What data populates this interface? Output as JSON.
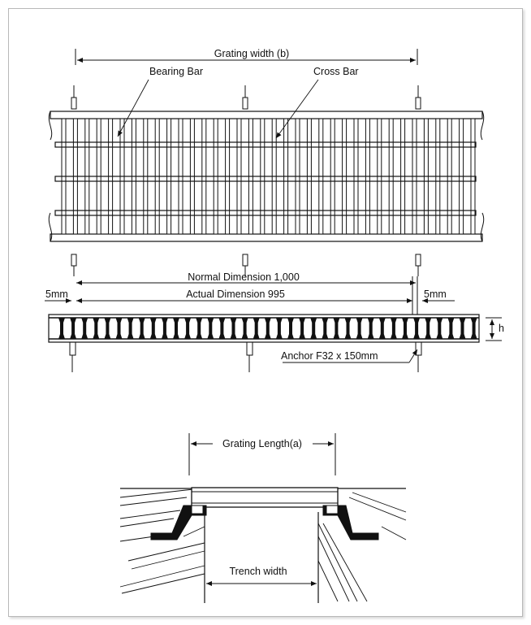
{
  "labels": {
    "grating_width": "Grating width (b)",
    "bearing_bar": "Bearing Bar",
    "cross_bar": "Cross Bar",
    "normal_dimension": "Normal Dimension 1,000",
    "actual_dimension": "Actual Dimension 995",
    "gap_left": "5mm",
    "gap_right": "5mm",
    "height": "h",
    "anchor": "Anchor F32 x 150mm",
    "grating_length": "Grating Length(a)",
    "trench_width": "Trench width"
  },
  "colors": {
    "line": "#111111",
    "frame_border": "#b8b8b8"
  }
}
